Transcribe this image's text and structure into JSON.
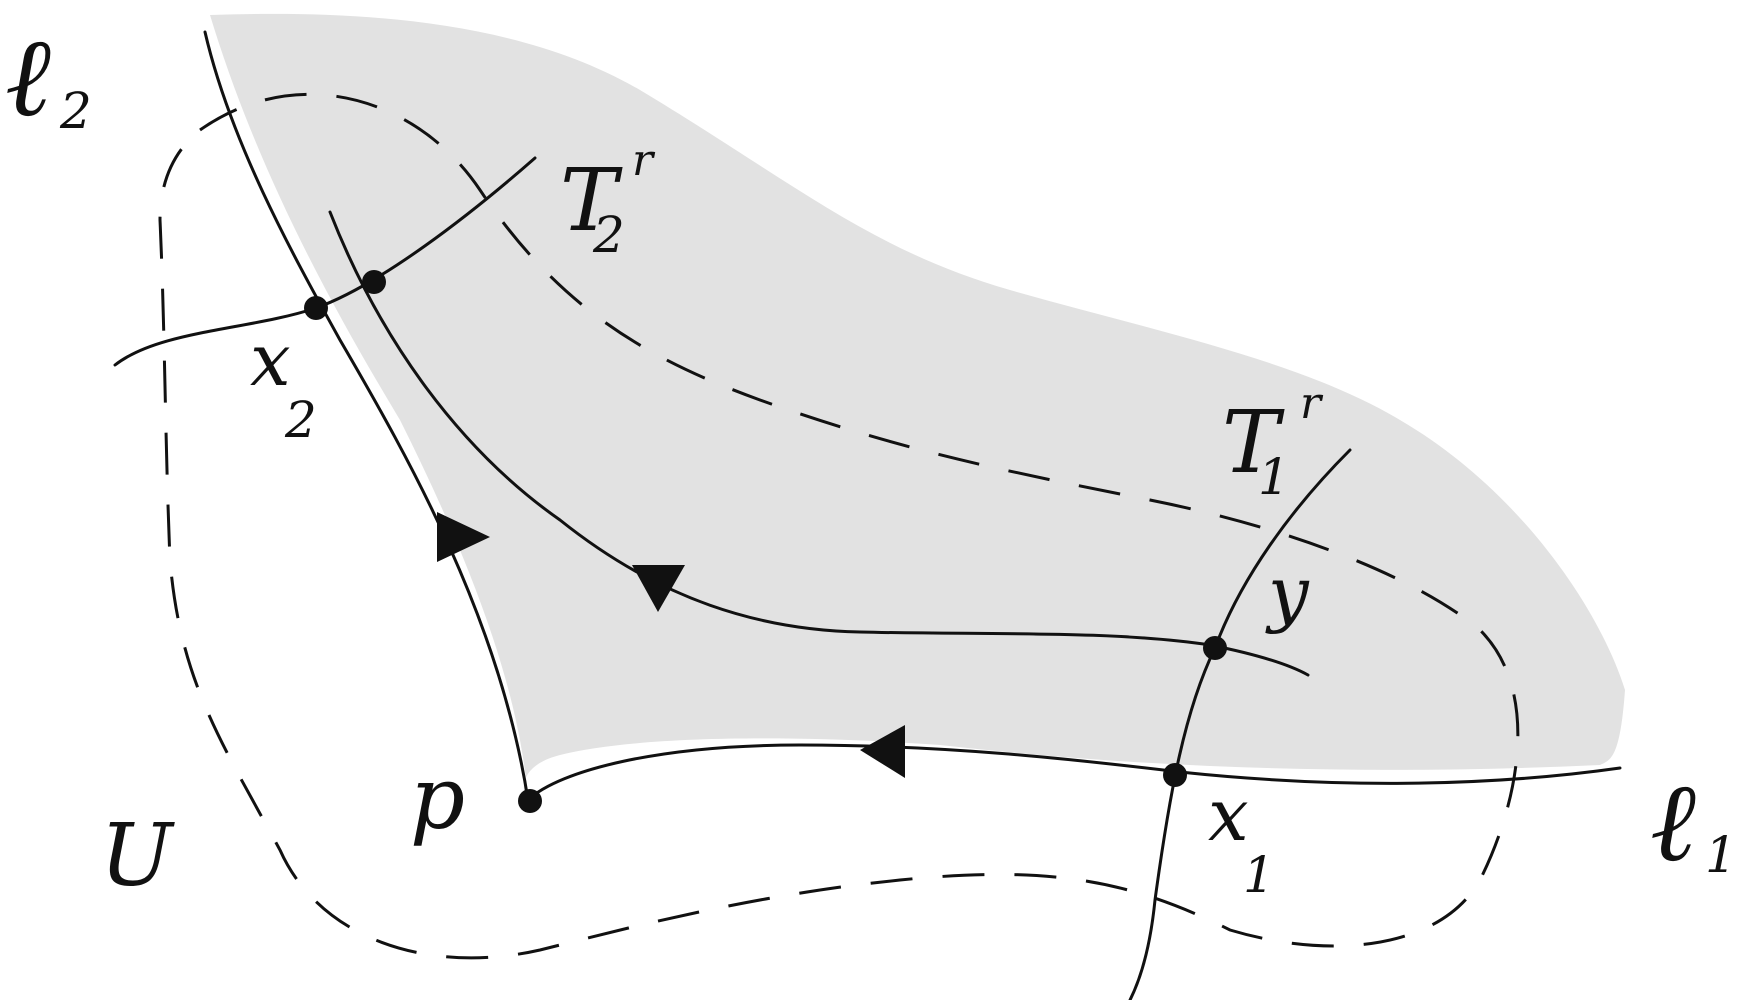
{
  "labels": {
    "l2_main": "ℓ",
    "l2_sub": "2",
    "l1_main": "ℓ",
    "l1_sub": "1",
    "T2_main": "T",
    "T2_sub": "2",
    "T2_sup": "r",
    "T1_main": "T",
    "T1_sub": "1",
    "T1_sup": "r",
    "x2_main": "x",
    "x2_sub": "2",
    "x1_main": "x",
    "x1_sub": "1",
    "y": "y",
    "p": "p",
    "U": "U"
  },
  "colors": {
    "region_fill": "#e2e2e2",
    "stroke": "#111111"
  }
}
